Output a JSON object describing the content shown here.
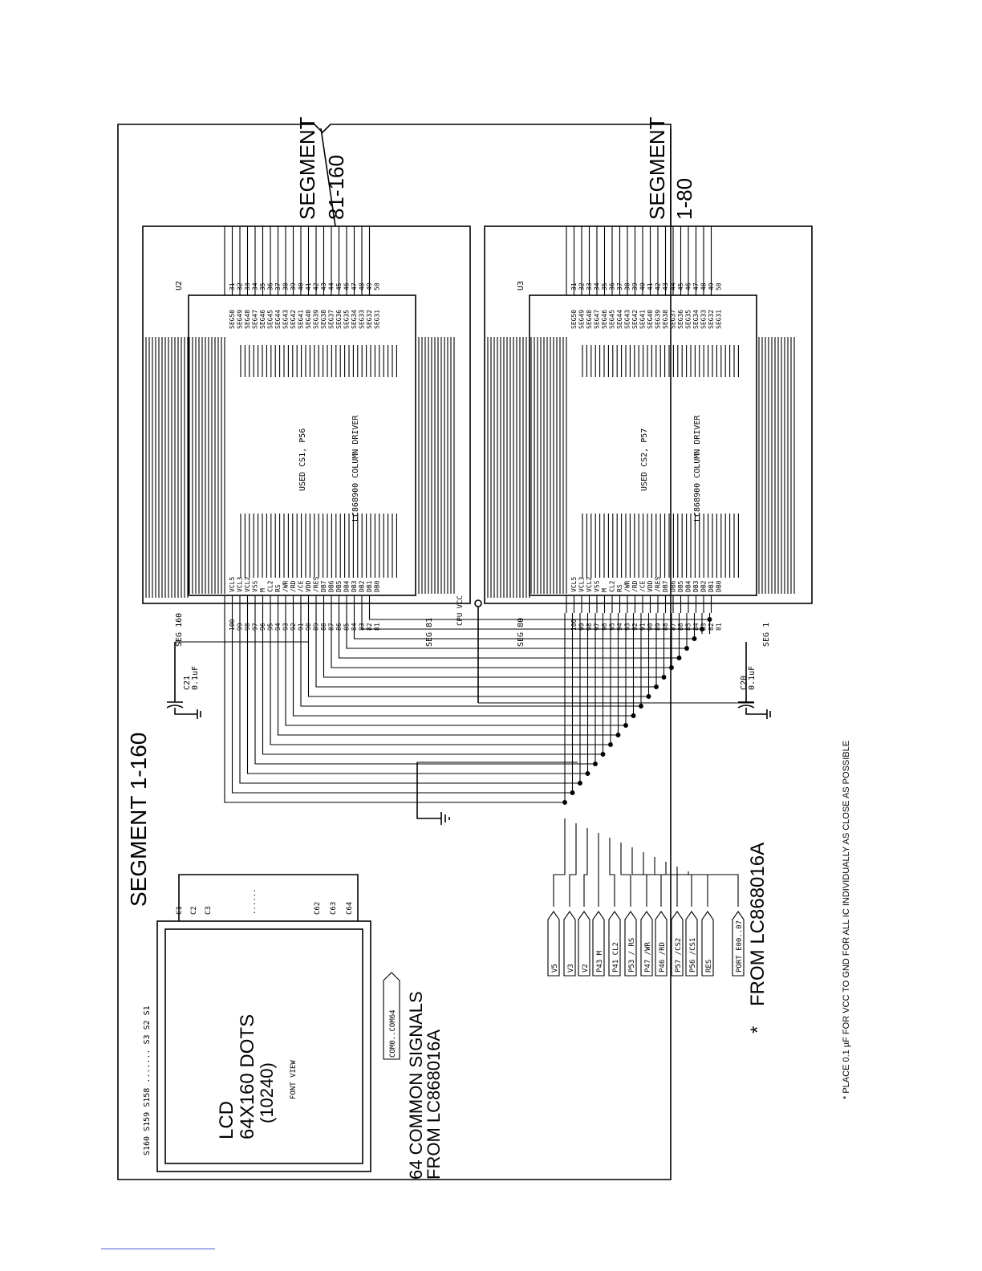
{
  "segment_total": "SEGMENT 1-160",
  "u2": {
    "ref": "U2",
    "driver": "LC868900 COLUMN DRIVER",
    "used": "USED CS1, P56",
    "segment_word": "SEGMENT",
    "segment_range": "81-160",
    "seg_low": "SEG 81",
    "seg_high": "SEG 160",
    "seg_list": [
      "SEG50",
      "SEG49",
      "SEG48",
      "SEG47",
      "SEG46",
      "SEG45",
      "SEG44",
      "SEG43",
      "SEG42",
      "SEG41",
      "SEG40",
      "SEG39",
      "SEG38",
      "SEG37",
      "SEG36",
      "SEG35",
      "SEG34",
      "SEG33",
      "SEG32",
      "SEG31"
    ]
  },
  "u3": {
    "ref": "U3",
    "driver": "LC868900 COLUMN DRIVER",
    "used": "USED CS2, P57",
    "segment_word": "SEGMENT",
    "segment_range": "1-80",
    "seg_low": "SEG 1",
    "seg_high": "SEG 80",
    "seg_list": [
      "SEG50",
      "SEG49",
      "SEG48",
      "SEG47",
      "SEG46",
      "SEG45",
      "SEG44",
      "SEG43",
      "SEG42",
      "SEG41",
      "SEG40",
      "SEG39",
      "SEG38",
      "SEG37",
      "SEG36",
      "SEG35",
      "SEG34",
      "SEG33",
      "SEG32",
      "SEG31"
    ]
  },
  "driver_pins": [
    "VCL5",
    "VCL3",
    "VCL2",
    "VSS",
    "M",
    "CL2",
    "RS",
    "/WR",
    "/RD",
    "/CE",
    "VDD",
    "/RES",
    "DB7",
    "DB6",
    "DB5",
    "DB4",
    "DB3",
    "DB2",
    "DB1",
    "DB0"
  ],
  "driver_pin_numbers": [
    "100",
    "99",
    "98",
    "97",
    "96",
    "95",
    "94",
    "93",
    "92",
    "91",
    "90",
    "89",
    "88",
    "87",
    "86",
    "85",
    "84",
    "83",
    "82",
    "81"
  ],
  "right_pin_numbers": [
    "31",
    "32",
    "33",
    "34",
    "35",
    "36",
    "37",
    "38",
    "39",
    "40",
    "41",
    "42",
    "43",
    "44",
    "45",
    "46",
    "47",
    "48",
    "49",
    "50"
  ],
  "c21": {
    "ref": "C21",
    "value": "0.1uF"
  },
  "c20": {
    "ref": "C20",
    "value": "0.1uF"
  },
  "cpu_vcc": "CPU VCC",
  "lcd": {
    "line1": "LCD",
    "line2": "64X160 DOTS",
    "line3": "(10240)",
    "view": "FONT VIEW",
    "top_labels": "S160 S159 S158 ....... S3 S2 S1",
    "row_labels": [
      "C1",
      "C2",
      "C3",
      "......",
      "C62",
      "C63",
      "C64"
    ]
  },
  "com_connector": "COM0..COM64",
  "common_signals": [
    "64 COMMON SIGNALS",
    "FROM LC868016A"
  ],
  "connectors": [
    "V5",
    "V3",
    "V2",
    "P43 M",
    "P41 CL2",
    "P53 / RS",
    "P47 /WR",
    "P46 /RD",
    "P57 /CS2",
    "P56 /CS1",
    "RES",
    "PORT E00..07"
  ],
  "from_note": "FROM LC868016A",
  "asterisk": "*",
  "footnote": "* PLACE 0.1 µF FOR VCC TO GND FOR ALL IC INDIVIDUALLY AS CLOSE AS POSSIBLE"
}
